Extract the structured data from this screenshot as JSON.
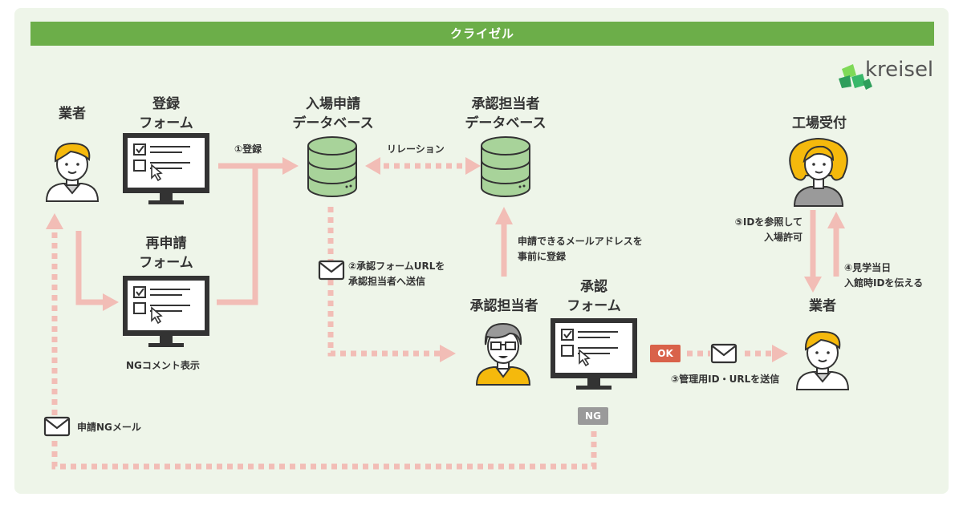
{
  "header": {
    "title": "クライゼル"
  },
  "logo": {
    "text": "kreisel",
    "icon": "kreisel-logo-icon",
    "brand_color": "#2e9e5b"
  },
  "colors": {
    "banner": "#6cae49",
    "panel": "#eef5e9",
    "arrow": "#f2bdb6",
    "ok": "#d9624a",
    "ng": "#9a9a9a"
  },
  "nodes": {
    "vendor_left": "業者",
    "register_form": [
      "登録",
      "フォーム"
    ],
    "reapply_form": [
      "再申請",
      "フォーム"
    ],
    "entry_db": [
      "入場申請",
      "データベース"
    ],
    "approver_db": [
      "承認担当者",
      "データベース"
    ],
    "approver": "承認担当者",
    "approval_form": [
      "承認",
      "フォーム"
    ],
    "factory_reception": "工場受付",
    "vendor_right": "業者"
  },
  "edges": {
    "register": "①登録",
    "relation": "リレーション",
    "send_url": [
      "②承認フォームURLを",
      "承認担当者へ送信"
    ],
    "register_email": [
      "申請できるメールアドレスを",
      "事前に登録"
    ],
    "send_id": "③管理用ID・URLを送信",
    "tell_id": [
      "④見学当日",
      "入館時IDを伝える"
    ],
    "allow_entry": [
      "⑤IDを参照して",
      "入場許可"
    ],
    "ng_comment": "NGコメント表示",
    "ng_mail": "申請NGメール"
  },
  "badges": {
    "ok": "OK",
    "ng": "NG"
  }
}
